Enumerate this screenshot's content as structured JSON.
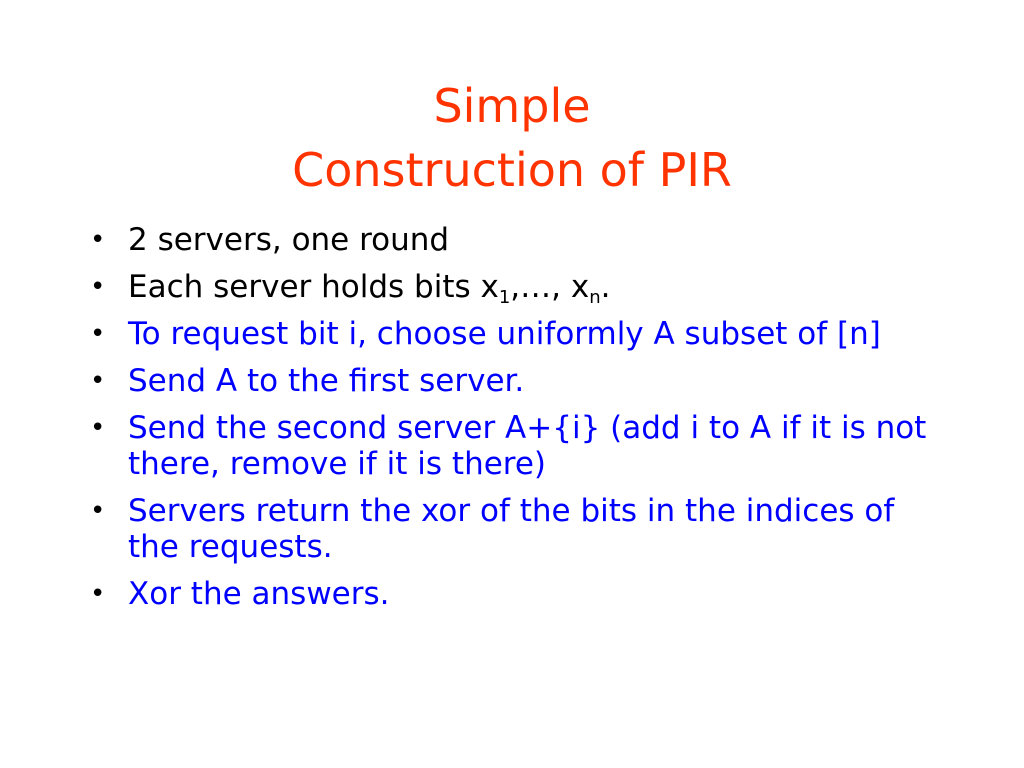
{
  "title": {
    "line1": "Simple",
    "line2": "Construction of PIR"
  },
  "colors": {
    "title": "#ff3300",
    "body_default": "#000000",
    "body_blue": "#0000ff"
  },
  "bullets": {
    "b1": "2 servers, one round",
    "b2": {
      "pre": "Each server holds  bits x",
      "sub1": "1",
      "mid": ",…, x",
      "sub2": "n",
      "post": "."
    },
    "b3": "To request bit i, choose uniformly A subset of [n]",
    "b4": "Send A to the first server.",
    "b5": "Send the second server A+{i} (add i to A if it is not there, remove if it is there)",
    "b6": "Servers return the xor of the bits in the indices of the requests.",
    "b7": "Xor the answers."
  }
}
